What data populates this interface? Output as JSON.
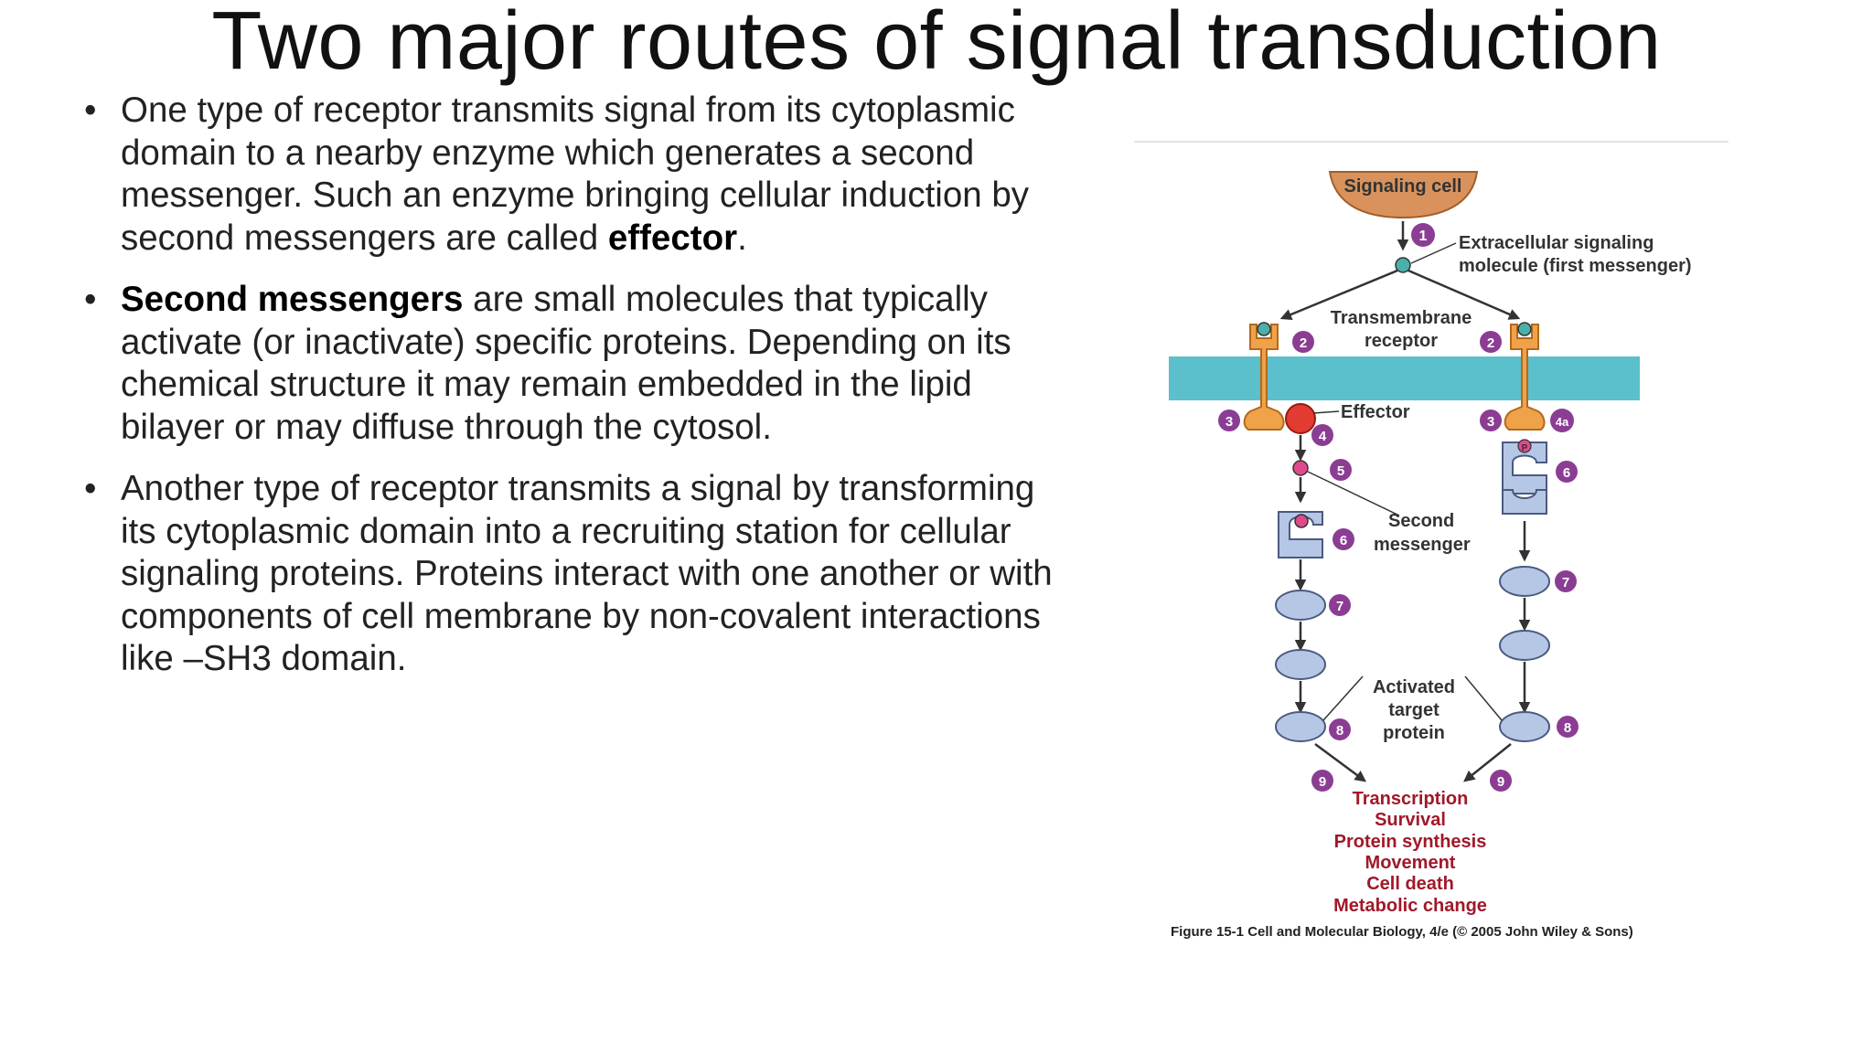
{
  "slide": {
    "title": "Two major routes of signal transduction",
    "bullets": [
      {
        "bullet": "•",
        "pre": "One type of receptor transmits signal from its cytoplasmic domain to a nearby enzyme which generates a second messenger. Such an enzyme bringing cellular induction by second messengers are called ",
        "bold": "effector",
        "post": "."
      },
      {
        "bullet": "•",
        "bold": "Second messengers",
        "post": " are small molecules that typically activate (or inactivate) specific proteins. Depending on its chemical structure it may remain embedded in the lipid bilayer or may diffuse through the cytosol."
      },
      {
        "bullet": "•",
        "text": "Another type of receptor transmits a signal by transforming its cytoplasmic domain into a recruiting station for cellular signaling proteins. Proteins interact with one another or with components of cell membrane by non-covalent interactions like –SH3 domain."
      }
    ]
  },
  "figure": {
    "signaling_cell": "Signaling cell",
    "first_messenger": [
      "Extracellular signaling",
      "molecule (first messenger)"
    ],
    "receptor": [
      "Transmembrane",
      "receptor"
    ],
    "effector": "Effector",
    "second_messenger": [
      "Second",
      "messenger"
    ],
    "target": [
      "Activated",
      "target",
      "protein"
    ],
    "outcomes": [
      "Transcription",
      "Survival",
      "Protein synthesis",
      "Movement",
      "Cell death",
      "Metabolic change"
    ],
    "steps": [
      "1",
      "2",
      "2",
      "3",
      "4",
      "3",
      "4a",
      "5",
      "6",
      "6",
      "7",
      "7",
      "8",
      "8",
      "9",
      "9"
    ],
    "phospho": "P",
    "caption": "Figure 15-1  Cell and Molecular Biology, 4/e (© 2005 John Wiley & Sons)",
    "colors": {
      "membrane": "#5bbfcc",
      "receptor": "#f0a24a",
      "effector": "#e23b32",
      "step_circle": "#8b3d94",
      "protein": "#b6c7e6",
      "outcome_text": "#a0182a",
      "signaling_cell": "#d9925c"
    }
  }
}
